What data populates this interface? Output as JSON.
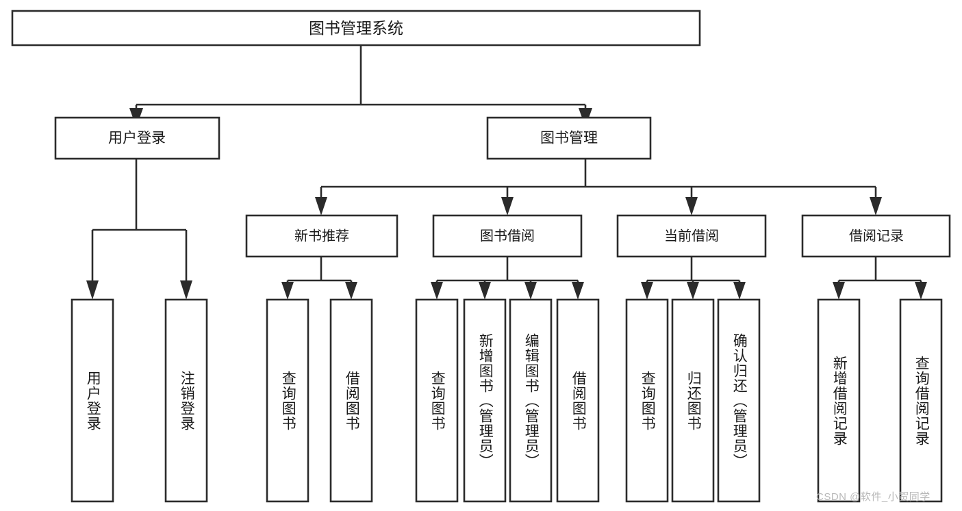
{
  "diagram": {
    "type": "tree",
    "title": "图书管理系统",
    "watermark": "CSDN @软件_小贺同学",
    "colors": {
      "box_stroke": "#2b2b2b",
      "box_fill": "#ffffff",
      "text": "#1a1a1a",
      "background": "#ffffff",
      "watermark": "#b9b9b9"
    },
    "root": {
      "label": "图书管理系统"
    },
    "level1": [
      {
        "label": "用户登录"
      },
      {
        "label": "图书管理"
      }
    ],
    "level2": [
      {
        "label": "新书推荐"
      },
      {
        "label": "图书借阅"
      },
      {
        "label": "当前借阅"
      },
      {
        "label": "借阅记录"
      }
    ],
    "leaves": [
      {
        "label": "用户登录",
        "parent": "用户登录"
      },
      {
        "label": "注销登录",
        "parent": "用户登录"
      },
      {
        "label": "查询图书",
        "parent": "新书推荐"
      },
      {
        "label": "借阅图书",
        "parent": "新书推荐"
      },
      {
        "label": "查询图书",
        "parent": "图书借阅"
      },
      {
        "label": "新增图书（管理员）",
        "parent": "图书借阅"
      },
      {
        "label": "编辑图书（管理员）",
        "parent": "图书借阅"
      },
      {
        "label": "借阅图书",
        "parent": "图书借阅"
      },
      {
        "label": "查询图书",
        "parent": "当前借阅"
      },
      {
        "label": "归还图书",
        "parent": "当前借阅"
      },
      {
        "label": "确认归还（管理员）",
        "parent": "当前借阅"
      },
      {
        "label": "新增借阅记录",
        "parent": "借阅记录"
      },
      {
        "label": "查询借阅记录",
        "parent": "借阅记录"
      }
    ]
  }
}
